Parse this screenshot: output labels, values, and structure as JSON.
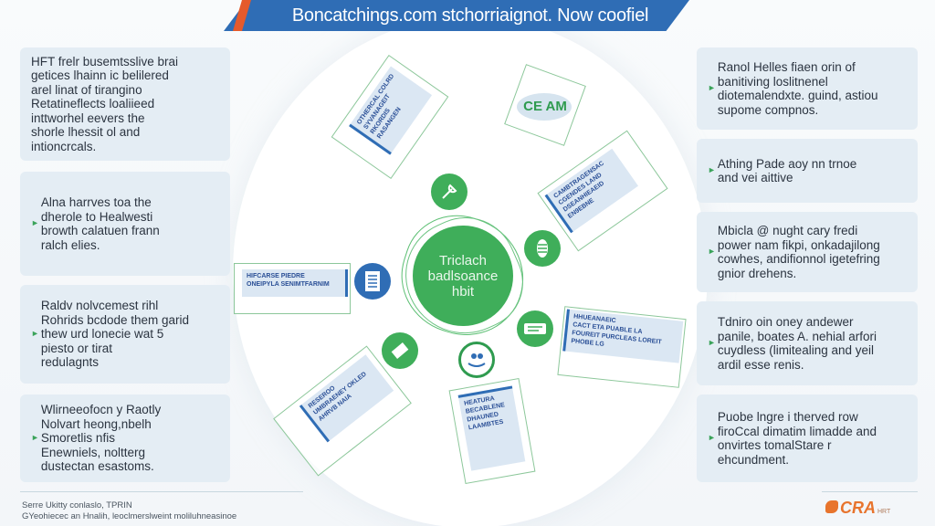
{
  "header": {
    "title": "Boncatchings.com stchorriaignot. Now coofiel"
  },
  "left_cards": [
    {
      "text": "HFT frelr busemtsslive brai\ngetices lhainn ic belilered\narel linat of tirangino\nRetatineflects loaliieed\ninttworhel eevers the\nshorle lhessit ol and\nintioncrcals.",
      "bullet": false
    },
    {
      "text": "Alna harrves toa the\ndherole to Healwesti\nbrowth calatuen frann\nralch elies.",
      "bullet": true
    },
    {
      "text": "Raldv nolvcemest rihl\nRohrids bcdode them garid\nthew urd lonecie wat 5\npiesto or tirat\nredulagnts",
      "bullet": true
    },
    {
      "text": "Wlirneeofocn y Raotly\nNolvart heong,nbelh\nSmoretlis nfis\nEnewniels, noltterg\ndustectan esastoms.",
      "bullet": true
    }
  ],
  "right_cards": [
    {
      "text": "Ranol Helles fiaen orin of\nbanitiving loslitnenel\ndiotemalendxte. guind, astiou\nsupome compnos.",
      "bullet": true
    },
    {
      "text": "Athing Pade aoy nn trnoe\nand vei aittive",
      "bullet": true
    },
    {
      "text": "Mbicla @ nught cary fredi\npower nam fikpi, onkadajilong\ncowhes, andifionnol igetefring\ngnior drehens.",
      "bullet": true
    },
    {
      "text": "Tdniro oin oney andewer\npanile, boates A. nehial arfori\ncuydless (limitealing and yeil\nardil esse renis.",
      "bullet": true
    },
    {
      "text": "Puobe lngre i therved row\nfiroCcal dimatim limadde and\nonvirtes tomalStare r\nehcundment.",
      "bullet": true
    }
  ],
  "hub": {
    "label": "Triclach\nbadlsoance\nhbit",
    "color": "#3fae5a"
  },
  "badge": {
    "label": "CE AM"
  },
  "tickets": [
    {
      "id": "top-left",
      "text": "OTHERCAL COLRD\nSYVANAGEIT\nRKORDIS\nRASANGEN"
    },
    {
      "id": "top-right",
      "text": "CAMBTRAGENSAC\nCGENDES LAND\nDSEANHIEAEID\nEN9EBNE"
    },
    {
      "id": "middle-left",
      "text": "HIFCARSE    PIEDRE\nONEIPYLA    SENIMTFARNIM"
    },
    {
      "id": "middle-right",
      "text": "HHUEANAEIC\nCACT ETA   PUABLE LA\nFOUREIT PURCLEAS   LOREIT\nPHOBE LG"
    },
    {
      "id": "bottom-left",
      "text": "RESEROO\nUMBRAENEY OKLED\nAHRVB NAIA"
    },
    {
      "id": "bottom-right",
      "text": "HEATURA\nBECABLENE\nDHAUNED\nLAAMBTES"
    }
  ],
  "icons": [
    {
      "name": "tools-icon",
      "style": "green"
    },
    {
      "name": "shoe-print-icon",
      "style": "green"
    },
    {
      "name": "document-list-icon",
      "style": "blue"
    },
    {
      "name": "ticket-icon",
      "style": "green"
    },
    {
      "name": "badge-icon",
      "style": "green"
    },
    {
      "name": "person-boat-icon",
      "style": "outline-blue"
    }
  ],
  "footer": {
    "line1": "Serre Ukitty conlaslo, TPRIN",
    "line2": "GYeohiecec an Hnalih, leoclmerslweint moliluhneasinoe"
  },
  "logo": {
    "text": "CRA",
    "sub": "HRT"
  },
  "colors": {
    "primary_blue": "#2f6db5",
    "accent_orange": "#e55a2b",
    "green": "#3fae5a",
    "card_bg": "#e4edf4"
  }
}
